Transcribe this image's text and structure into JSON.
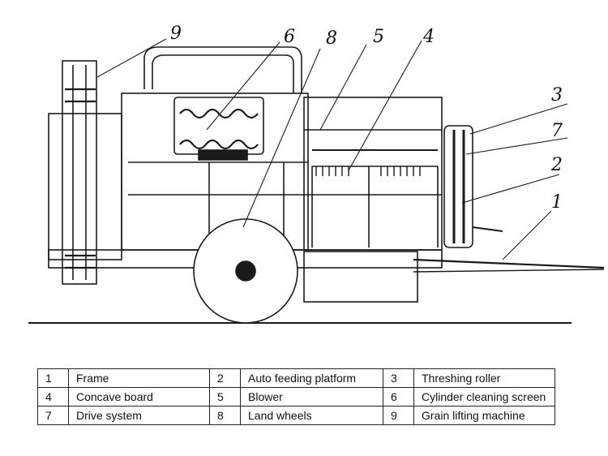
{
  "callouts": [
    "1",
    "2",
    "3",
    "4",
    "5",
    "6",
    "7",
    "8",
    "9"
  ],
  "legend_rows": [
    [
      {
        "num": "1",
        "name": "Frame"
      },
      {
        "num": "2",
        "name": "Auto feeding platform"
      },
      {
        "num": "3",
        "name": "Threshing roller"
      }
    ],
    [
      {
        "num": "4",
        "name": "Concave board"
      },
      {
        "num": "5",
        "name": "Blower"
      },
      {
        "num": "6",
        "name": "Cylinder cleaning screen"
      }
    ],
    [
      {
        "num": "7",
        "name": "Drive system"
      },
      {
        "num": "8",
        "name": "Land wheels"
      },
      {
        "num": "9",
        "name": "Grain lifting machine"
      }
    ]
  ]
}
